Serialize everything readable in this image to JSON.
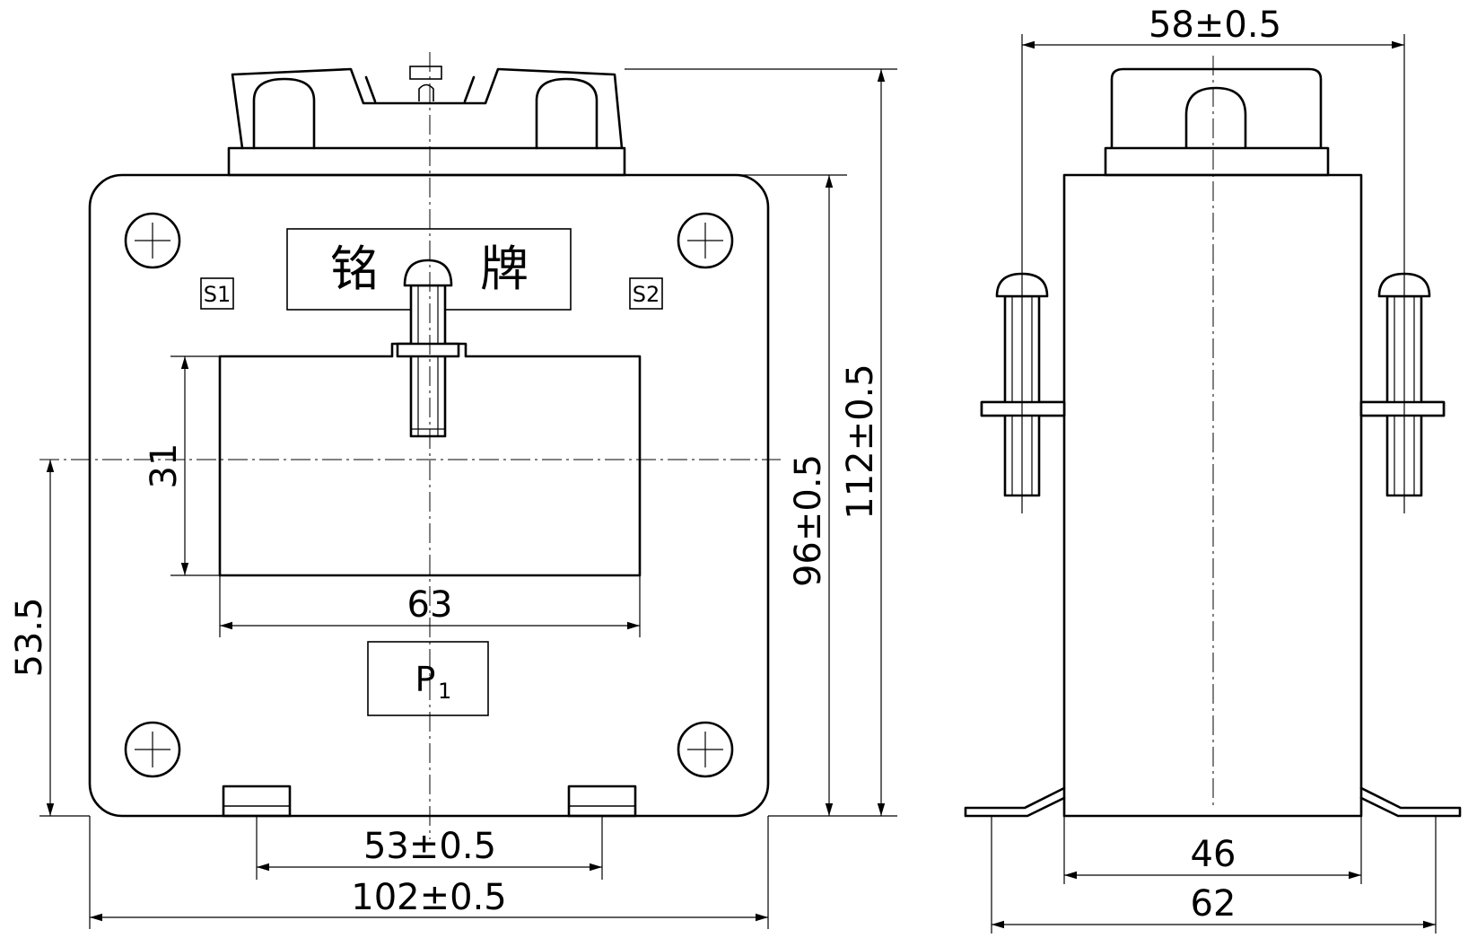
{
  "front_view": {
    "nameplate_text": [
      "铭",
      "牌"
    ],
    "terminal_left": "S1",
    "terminal_right": "S2",
    "primary_marking": "P",
    "primary_marking_sub": "1"
  },
  "dimensions": {
    "window_width": "63",
    "window_height": "31",
    "center_height": "53.5",
    "mount_spacing": "53±0.5",
    "total_width": "102±0.5",
    "body_height": "96±0.5",
    "total_height": "112±0.5",
    "side_bolt_span": "58±0.5",
    "side_body_depth": "46",
    "side_base_width": "62"
  }
}
